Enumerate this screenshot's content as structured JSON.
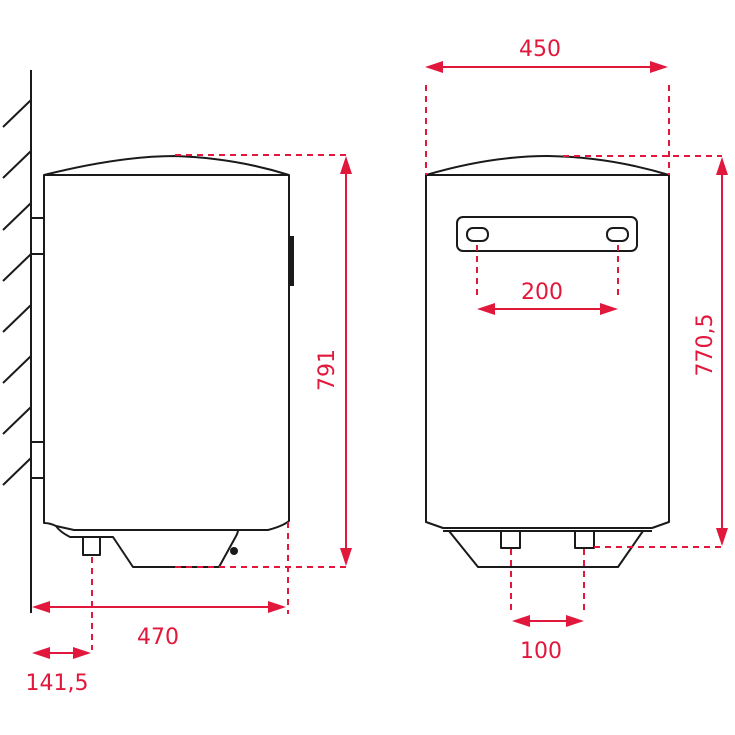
{
  "diagram": {
    "type": "technical dimension drawing",
    "subject": "wall-mounted water heater",
    "accent_color": "#e2173c",
    "outline_color": "#1a1a1a",
    "views": {
      "side": {
        "dimensions": {
          "height": "791",
          "depth": "470",
          "pipe_offset_from_wall": "141,5"
        }
      },
      "front": {
        "dimensions": {
          "width": "450",
          "height": "770,5",
          "bracket_hole_spacing": "200",
          "pipe_spacing": "100"
        }
      }
    }
  }
}
